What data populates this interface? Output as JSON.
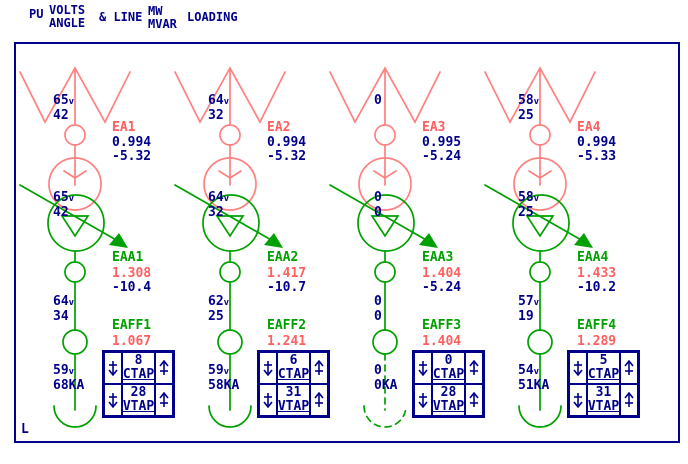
{
  "header": {
    "pu": "PU",
    "volts": "VOLTS",
    "angle": "ANGLE",
    "amp_line": "& LINE",
    "mw": "MW",
    "mvar": "MVAR",
    "loading": "LOADING"
  },
  "corner_label": "L",
  "tap_labels": {
    "ctap": "CTAP",
    "vtap": "VTAP"
  },
  "icons": {
    "tap_lower": "arrow-down-with-bar",
    "tap_raise": "arrow-up-with-bar"
  },
  "colors": {
    "navy_text": "#00008B",
    "red_lines": "#FF8080",
    "red_text": "#FF5F5F",
    "green_lines": "#00A000",
    "background": "#FFFFFF"
  },
  "columns": [
    {
      "rows": {
        "top": {
          "p": "65",
          "dir": "v",
          "q": "42"
        },
        "mid": {
          "p": "65",
          "dir": "v",
          "q": "42"
        },
        "low": {
          "p": "64",
          "dir": "v",
          "q": "34"
        },
        "bot": {
          "p": "59",
          "dir": "v",
          "q": "68KA"
        }
      },
      "ea": {
        "label": "EA1",
        "pu": "0.994",
        "angle": "-5.32"
      },
      "eaa": {
        "label": "EAA1",
        "loading": "1.308",
        "angle": "-10.4"
      },
      "eaff": {
        "label": "EAFF1",
        "loading": "1.067"
      },
      "tap": {
        "ctap": "8",
        "vtap": "28"
      }
    },
    {
      "rows": {
        "top": {
          "p": "64",
          "dir": "v",
          "q": "32"
        },
        "mid": {
          "p": "64",
          "dir": "v",
          "q": "32"
        },
        "low": {
          "p": "62",
          "dir": "v",
          "q": "25"
        },
        "bot": {
          "p": "59",
          "dir": "v",
          "q": "58KA"
        }
      },
      "ea": {
        "label": "EA2",
        "pu": "0.994",
        "angle": "-5.32"
      },
      "eaa": {
        "label": "EAA2",
        "loading": "1.417",
        "angle": "-10.7"
      },
      "eaff": {
        "label": "EAFF2",
        "loading": "1.241"
      },
      "tap": {
        "ctap": "6",
        "vtap": "31"
      }
    },
    {
      "rows": {
        "top": {
          "p": "0",
          "dir": "",
          "q": ""
        },
        "mid": {
          "p": "0",
          "dir": "",
          "q": "0"
        },
        "low": {
          "p": "0",
          "dir": "",
          "q": "0"
        },
        "bot": {
          "p": "0",
          "dir": "",
          "q": "0KA"
        }
      },
      "ea": {
        "label": "EA3",
        "pu": "0.995",
        "angle": "-5.24"
      },
      "eaa": {
        "label": "EAA3",
        "loading": "1.404",
        "angle": "-5.24"
      },
      "eaff": {
        "label": "EAFF3",
        "loading": "1.404"
      },
      "tap": {
        "ctap": "0",
        "vtap": "28"
      }
    },
    {
      "rows": {
        "top": {
          "p": "58",
          "dir": "v",
          "q": "25"
        },
        "mid": {
          "p": "58",
          "dir": "v",
          "q": "25"
        },
        "low": {
          "p": "57",
          "dir": "v",
          "q": "19"
        },
        "bot": {
          "p": "54",
          "dir": "v",
          "q": "51KA"
        }
      },
      "ea": {
        "label": "EA4",
        "pu": "0.994",
        "angle": "-5.33"
      },
      "eaa": {
        "label": "EAA4",
        "loading": "1.433",
        "angle": "-10.2"
      },
      "eaff": {
        "label": "EAFF4",
        "loading": "1.289"
      },
      "tap": {
        "ctap": "5",
        "vtap": "31"
      }
    }
  ]
}
